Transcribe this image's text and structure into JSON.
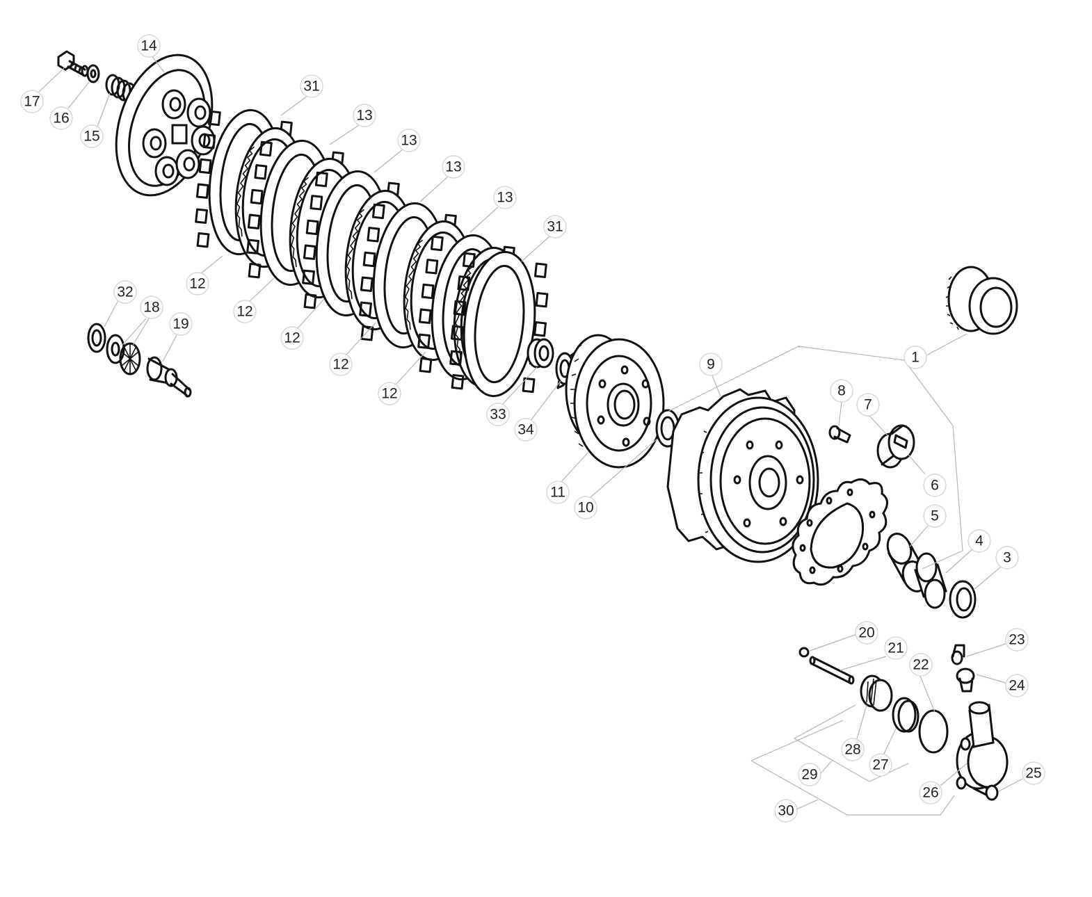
{
  "diagram": {
    "parts": [
      {
        "id": "p1",
        "label": "1"
      },
      {
        "id": "p3",
        "label": "3"
      },
      {
        "id": "p4",
        "label": "4"
      },
      {
        "id": "p5",
        "label": "5"
      },
      {
        "id": "p6",
        "label": "6"
      },
      {
        "id": "p7",
        "label": "7"
      },
      {
        "id": "p8",
        "label": "8"
      },
      {
        "id": "p9",
        "label": "9"
      },
      {
        "id": "p10",
        "label": "10"
      },
      {
        "id": "p11",
        "label": "11"
      },
      {
        "id": "p12a",
        "label": "12"
      },
      {
        "id": "p12b",
        "label": "12"
      },
      {
        "id": "p12c",
        "label": "12"
      },
      {
        "id": "p12d",
        "label": "12"
      },
      {
        "id": "p12e",
        "label": "12"
      },
      {
        "id": "p13a",
        "label": "13"
      },
      {
        "id": "p13b",
        "label": "13"
      },
      {
        "id": "p13c",
        "label": "13"
      },
      {
        "id": "p13d",
        "label": "13"
      },
      {
        "id": "p14",
        "label": "14"
      },
      {
        "id": "p15",
        "label": "15"
      },
      {
        "id": "p16",
        "label": "16"
      },
      {
        "id": "p17",
        "label": "17"
      },
      {
        "id": "p18",
        "label": "18"
      },
      {
        "id": "p19",
        "label": "19"
      },
      {
        "id": "p20",
        "label": "20"
      },
      {
        "id": "p21",
        "label": "21"
      },
      {
        "id": "p22",
        "label": "22"
      },
      {
        "id": "p23",
        "label": "23"
      },
      {
        "id": "p24",
        "label": "24"
      },
      {
        "id": "p25",
        "label": "25"
      },
      {
        "id": "p26",
        "label": "26"
      },
      {
        "id": "p27",
        "label": "27"
      },
      {
        "id": "p28",
        "label": "28"
      },
      {
        "id": "p29",
        "label": "29"
      },
      {
        "id": "p30",
        "label": "30"
      },
      {
        "id": "p31a",
        "label": "31"
      },
      {
        "id": "p31b",
        "label": "31"
      },
      {
        "id": "p32",
        "label": "32"
      },
      {
        "id": "p33",
        "label": "33"
      },
      {
        "id": "p34",
        "label": "34"
      }
    ]
  }
}
